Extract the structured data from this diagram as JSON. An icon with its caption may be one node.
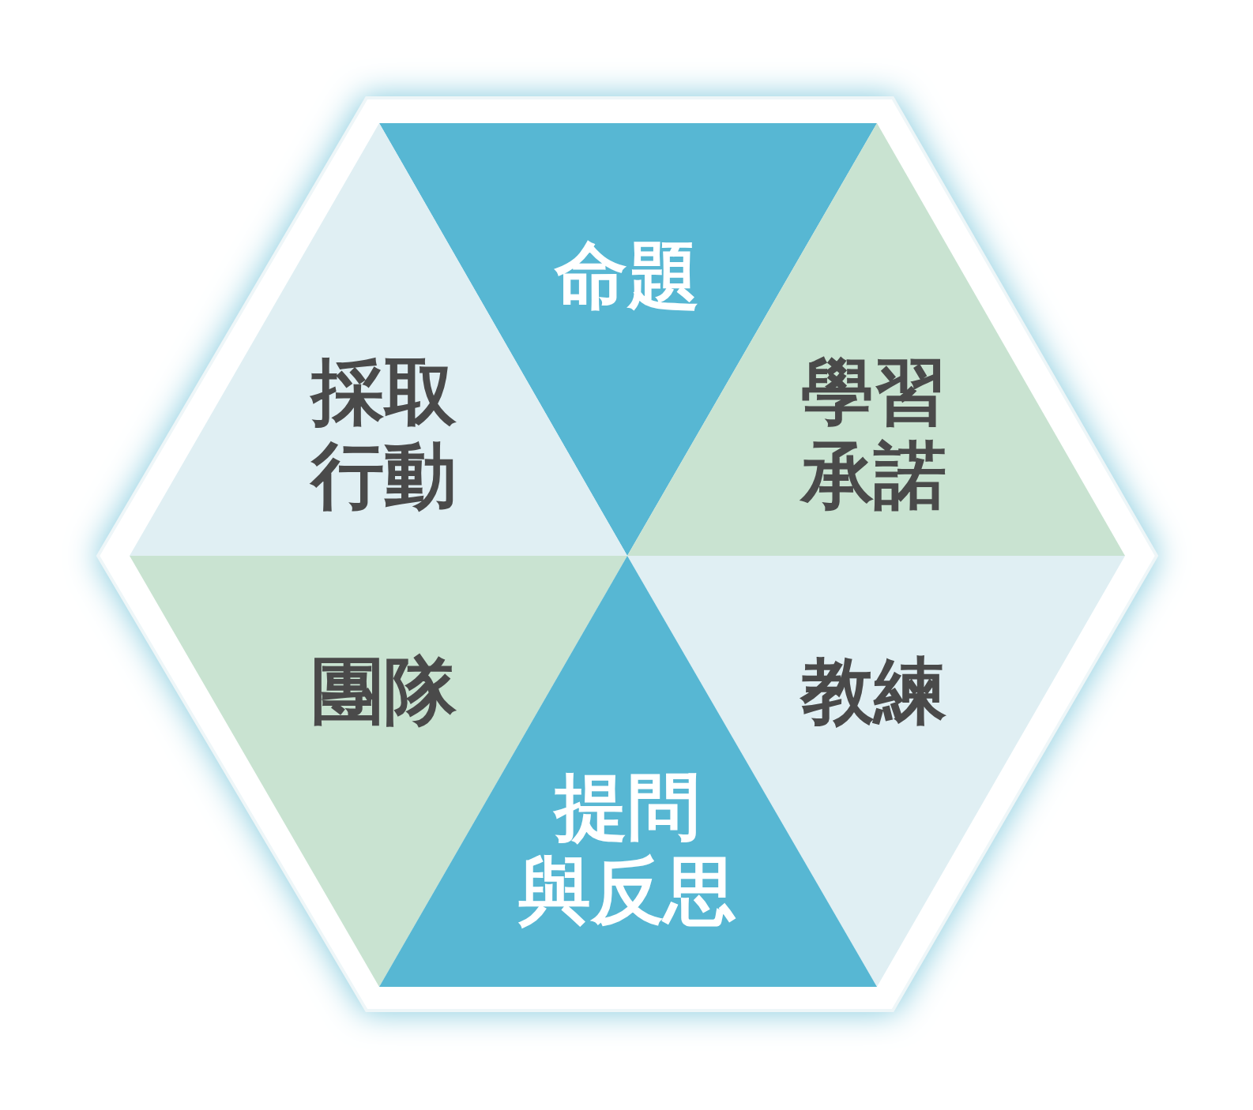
{
  "diagram": {
    "nodes": [
      {
        "text": [
          "命題"
        ]
      },
      {
        "text": [
          "採取行動"
        ]
      },
      {
        "text": [
          "學習承諾"
        ]
      },
      {
        "text": [
          "團隊"
        ]
      },
      {
        "text": [
          "教練"
        ]
      },
      {
        "text": [
          "提問與反思"
        ]
      }
    ]
  }
}
